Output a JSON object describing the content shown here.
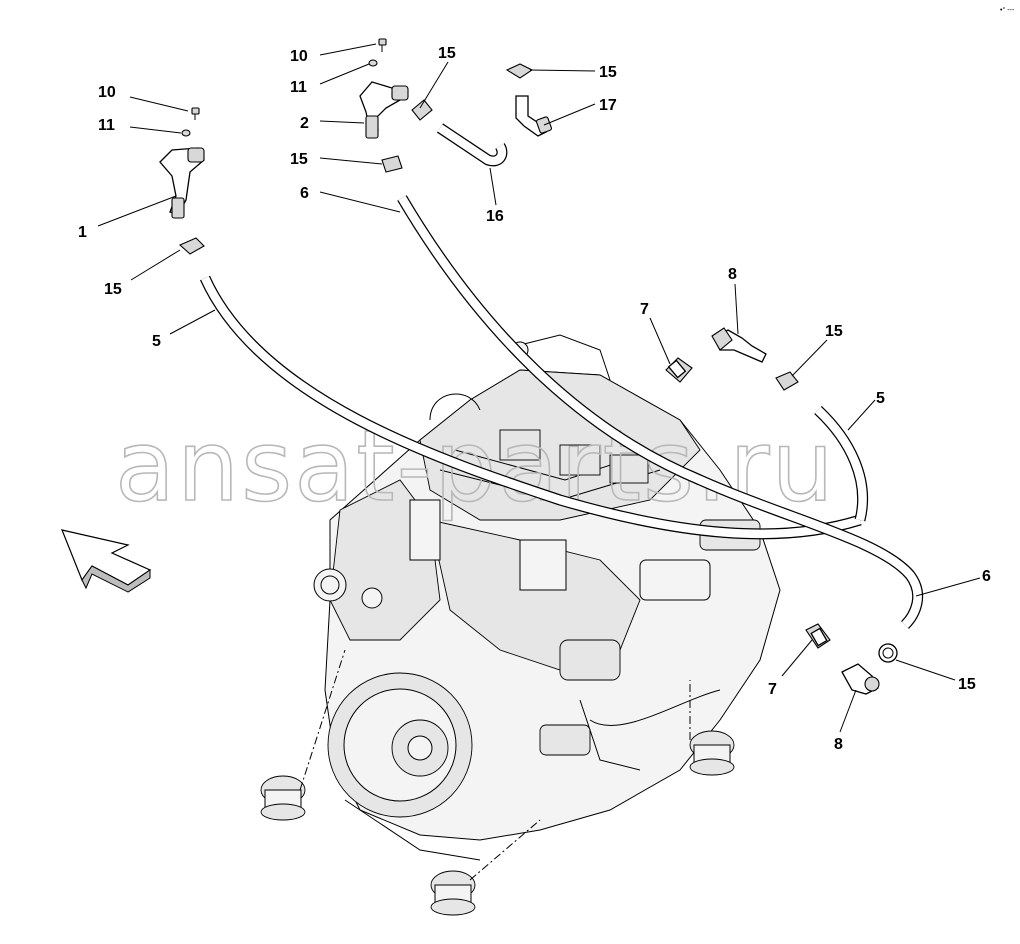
{
  "corner_mark": "•° ---",
  "watermark": "ansat-parts.ru",
  "callouts": [
    {
      "id": "c-10a",
      "text": "10"
    },
    {
      "id": "c-11a",
      "text": "11"
    },
    {
      "id": "c-1",
      "text": "1"
    },
    {
      "id": "c-15a",
      "text": "15"
    },
    {
      "id": "c-5a",
      "text": "5"
    },
    {
      "id": "c-10b",
      "text": "10"
    },
    {
      "id": "c-11b",
      "text": "11"
    },
    {
      "id": "c-2",
      "text": "2"
    },
    {
      "id": "c-15b",
      "text": "15"
    },
    {
      "id": "c-6a",
      "text": "6"
    },
    {
      "id": "c-15c",
      "text": "15"
    },
    {
      "id": "c-16",
      "text": "16"
    },
    {
      "id": "c-15d",
      "text": "15"
    },
    {
      "id": "c-17",
      "text": "17"
    },
    {
      "id": "c-8a",
      "text": "8"
    },
    {
      "id": "c-7a",
      "text": "7"
    },
    {
      "id": "c-15e",
      "text": "15"
    },
    {
      "id": "c-5b",
      "text": "5"
    },
    {
      "id": "c-6b",
      "text": "6"
    },
    {
      "id": "c-7b",
      "text": "7"
    },
    {
      "id": "c-15f",
      "text": "15"
    },
    {
      "id": "c-8b",
      "text": "8"
    }
  ]
}
